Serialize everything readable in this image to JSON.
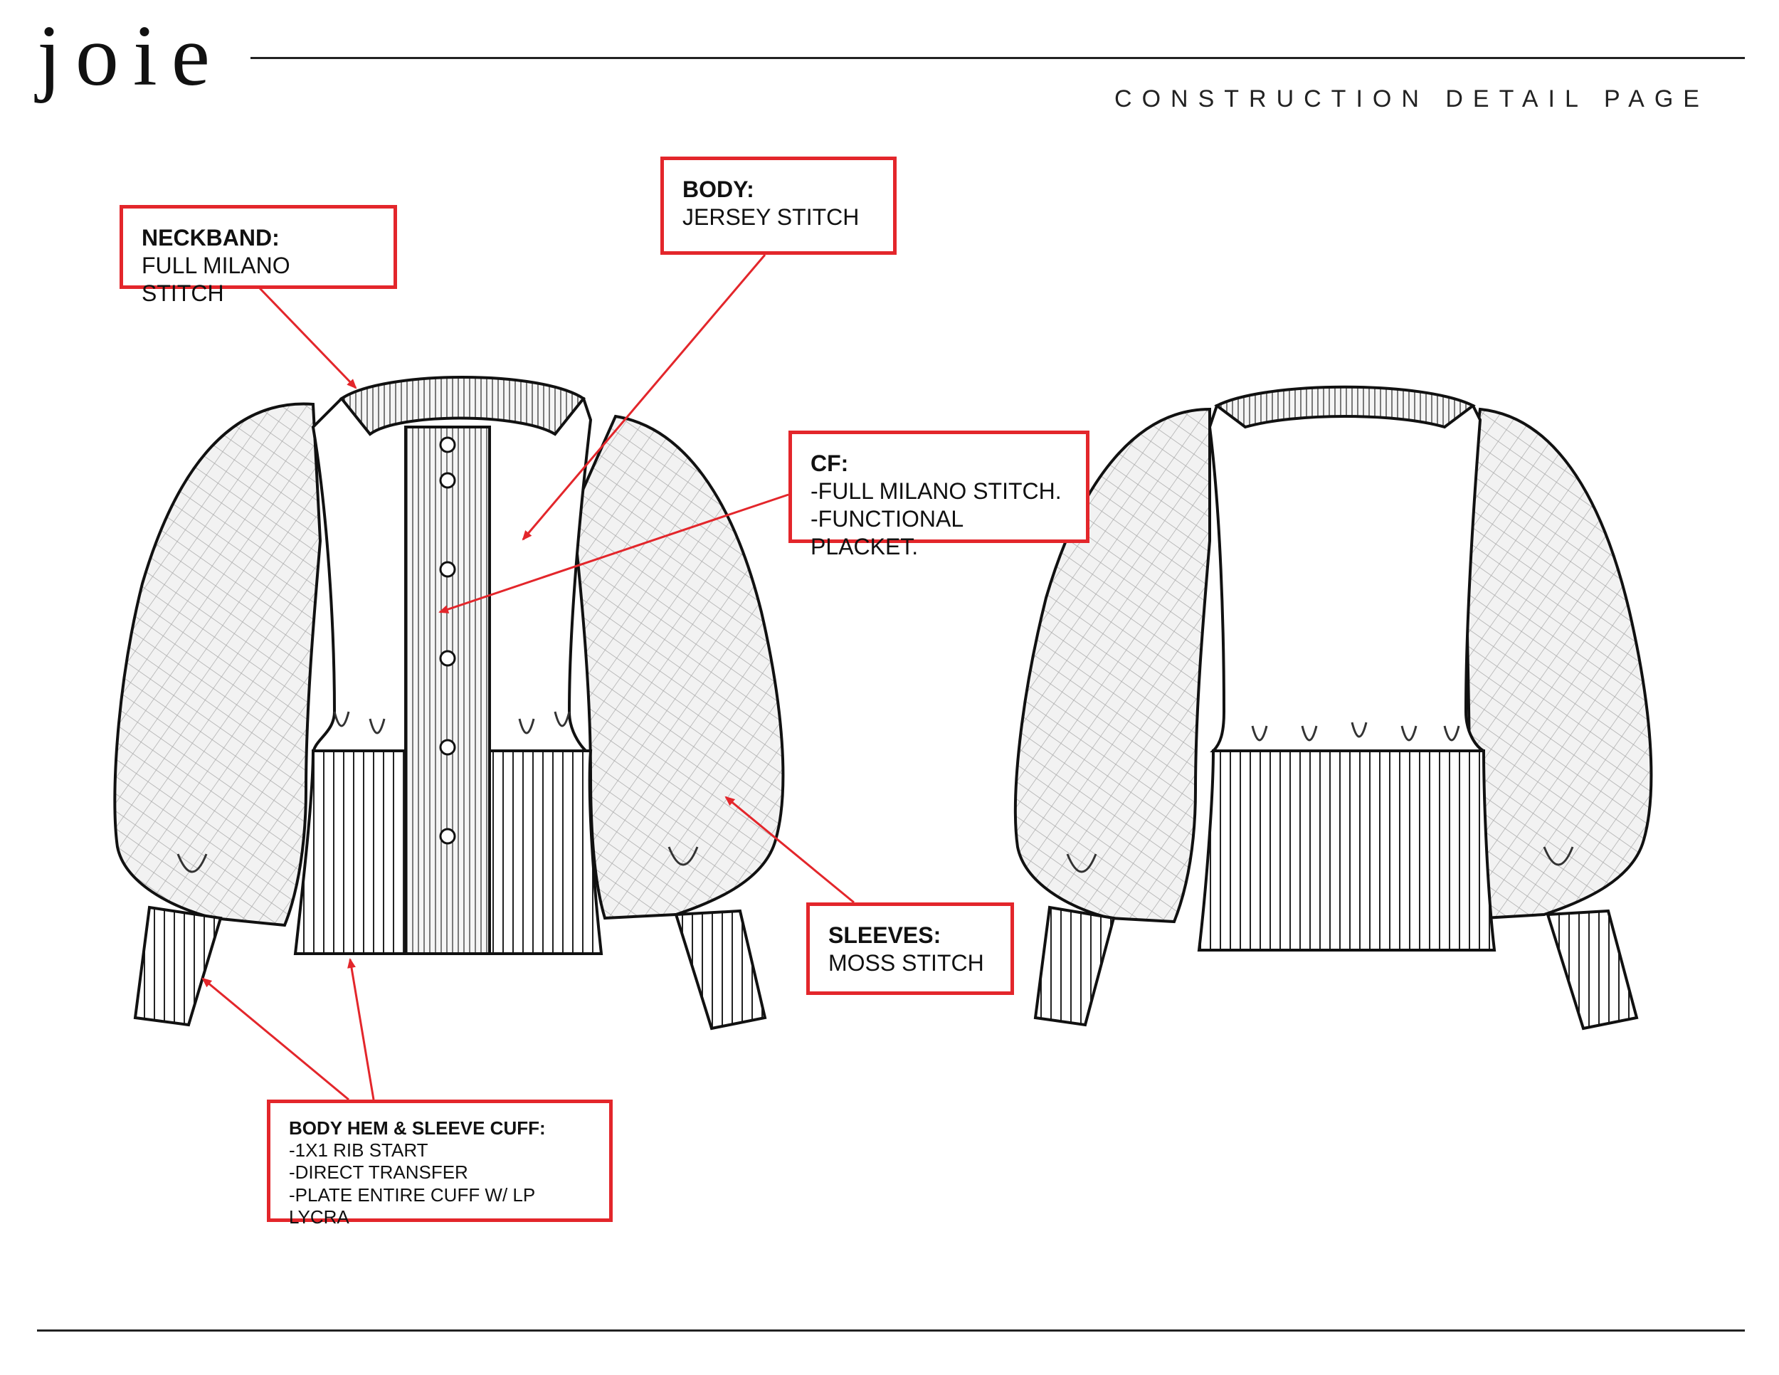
{
  "brand": {
    "logo_text": "joie"
  },
  "header": {
    "page_title": "CONSTRUCTION DETAIL PAGE"
  },
  "callouts": {
    "neckband": {
      "title": "NECKBAND:",
      "lines": [
        "FULL MILANO STITCH"
      ]
    },
    "body": {
      "title": "BODY:",
      "lines": [
        "JERSEY STITCH"
      ]
    },
    "cf": {
      "title": "CF:",
      "lines": [
        "-FULL MILANO STITCH.",
        "-FUNCTIONAL PLACKET."
      ]
    },
    "sleeves": {
      "title": "SLEEVES:",
      "lines": [
        "MOSS STITCH"
      ]
    },
    "hem_cuff": {
      "title": "BODY HEM & SLEEVE CUFF:",
      "lines": [
        "-1X1 RIB START",
        "-DIRECT TRANSFER",
        "-PLATE ENTIRE CUFF W/ LP LYCRA"
      ]
    }
  },
  "colors": {
    "accent_red": "#e3262b",
    "line": "#111111",
    "sleeve_fill": "#f1f1f1",
    "placket_fill": "#f4f4f4"
  },
  "icons": {
    "button": "button-icon"
  }
}
